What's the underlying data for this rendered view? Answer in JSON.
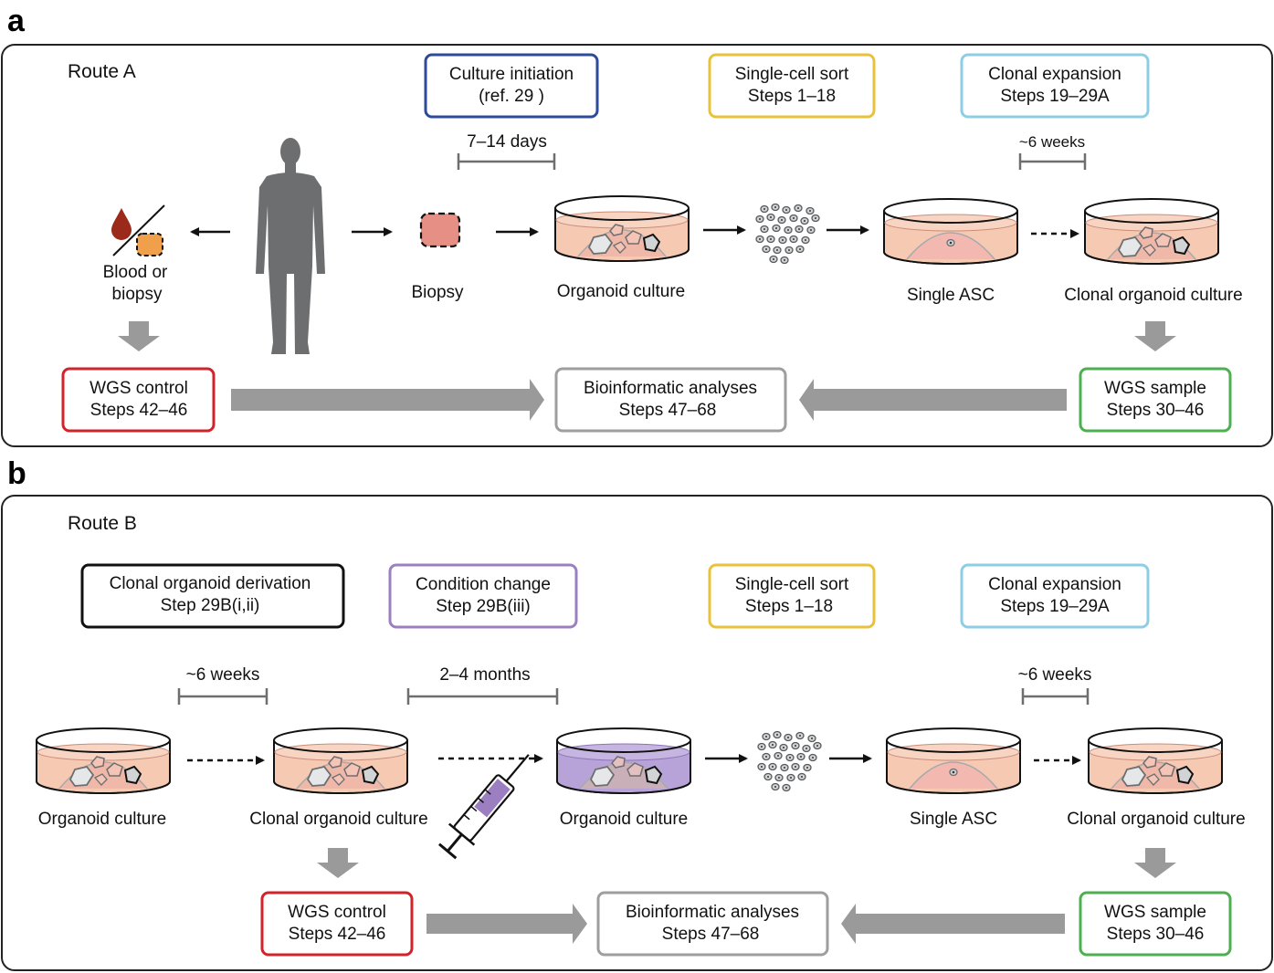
{
  "panel_a": {
    "letter": "a",
    "route": "Route A",
    "boxes": {
      "culture_initiation": [
        "Culture initiation",
        "(ref. 29 )"
      ],
      "single_cell_sort": [
        "Single-cell sort",
        "Steps 1–18"
      ],
      "clonal_expansion": [
        "Clonal expansion",
        "Steps 19–29A"
      ],
      "wgs_control": [
        "WGS control",
        "Steps 42–46"
      ],
      "bioinformatic": [
        "Bioinformatic analyses",
        "Steps 47–68"
      ],
      "wgs_sample": [
        "WGS sample",
        "Steps 30–46"
      ]
    },
    "durations": {
      "culture": "7–14 days",
      "expansion": "~6 weeks"
    },
    "labels": {
      "blood": [
        "Blood or",
        "biopsy"
      ],
      "biopsy": "Biopsy",
      "organoid_culture": "Organoid culture",
      "single_asc": "Single ASC",
      "clonal_organoid_culture": "Clonal organoid culture"
    }
  },
  "panel_b": {
    "letter": "b",
    "route": "Route B",
    "boxes": {
      "clonal_derivation": [
        "Clonal organoid derivation",
        "Step 29B(i,ii)"
      ],
      "condition_change": [
        "Condition change",
        "Step 29B(iii)"
      ],
      "single_cell_sort": [
        "Single-cell sort",
        "Steps 1–18"
      ],
      "clonal_expansion": [
        "Clonal expansion",
        "Steps 19–29A"
      ],
      "wgs_control": [
        "WGS control",
        "Steps 42–46"
      ],
      "bioinformatic": [
        "Bioinformatic analyses",
        "Steps 47–68"
      ],
      "wgs_sample": [
        "WGS sample",
        "Steps 30–46"
      ]
    },
    "durations": {
      "derivation": "~6 weeks",
      "condition": "2–4 months",
      "expansion": "~6 weeks"
    },
    "labels": {
      "organoid_culture_1": "Organoid culture",
      "clonal_organoid_culture_1": "Clonal organoid culture",
      "organoid_culture_2": "Organoid culture",
      "single_asc": "Single ASC",
      "clonal_organoid_culture_2": "Clonal organoid culture"
    }
  },
  "colors": {
    "blue": "#2e4a9a",
    "yellow": "#e8c23a",
    "cyan": "#8dcde6",
    "red": "#d2232a",
    "green": "#4caf50",
    "gray_box": "#9e9e9e",
    "black_box": "#111111",
    "purple_box": "#9b7fc0",
    "human": "#6d6e70",
    "flow_arrow": "#9a9a9a",
    "medium": "#f6c9b3",
    "medium_purple": "#b7a3d8"
  },
  "icons": [
    "human-figure-icon",
    "blood-drop-icon",
    "biopsy-icon",
    "petri-dish-icon",
    "cells-icon",
    "syringe-icon"
  ]
}
